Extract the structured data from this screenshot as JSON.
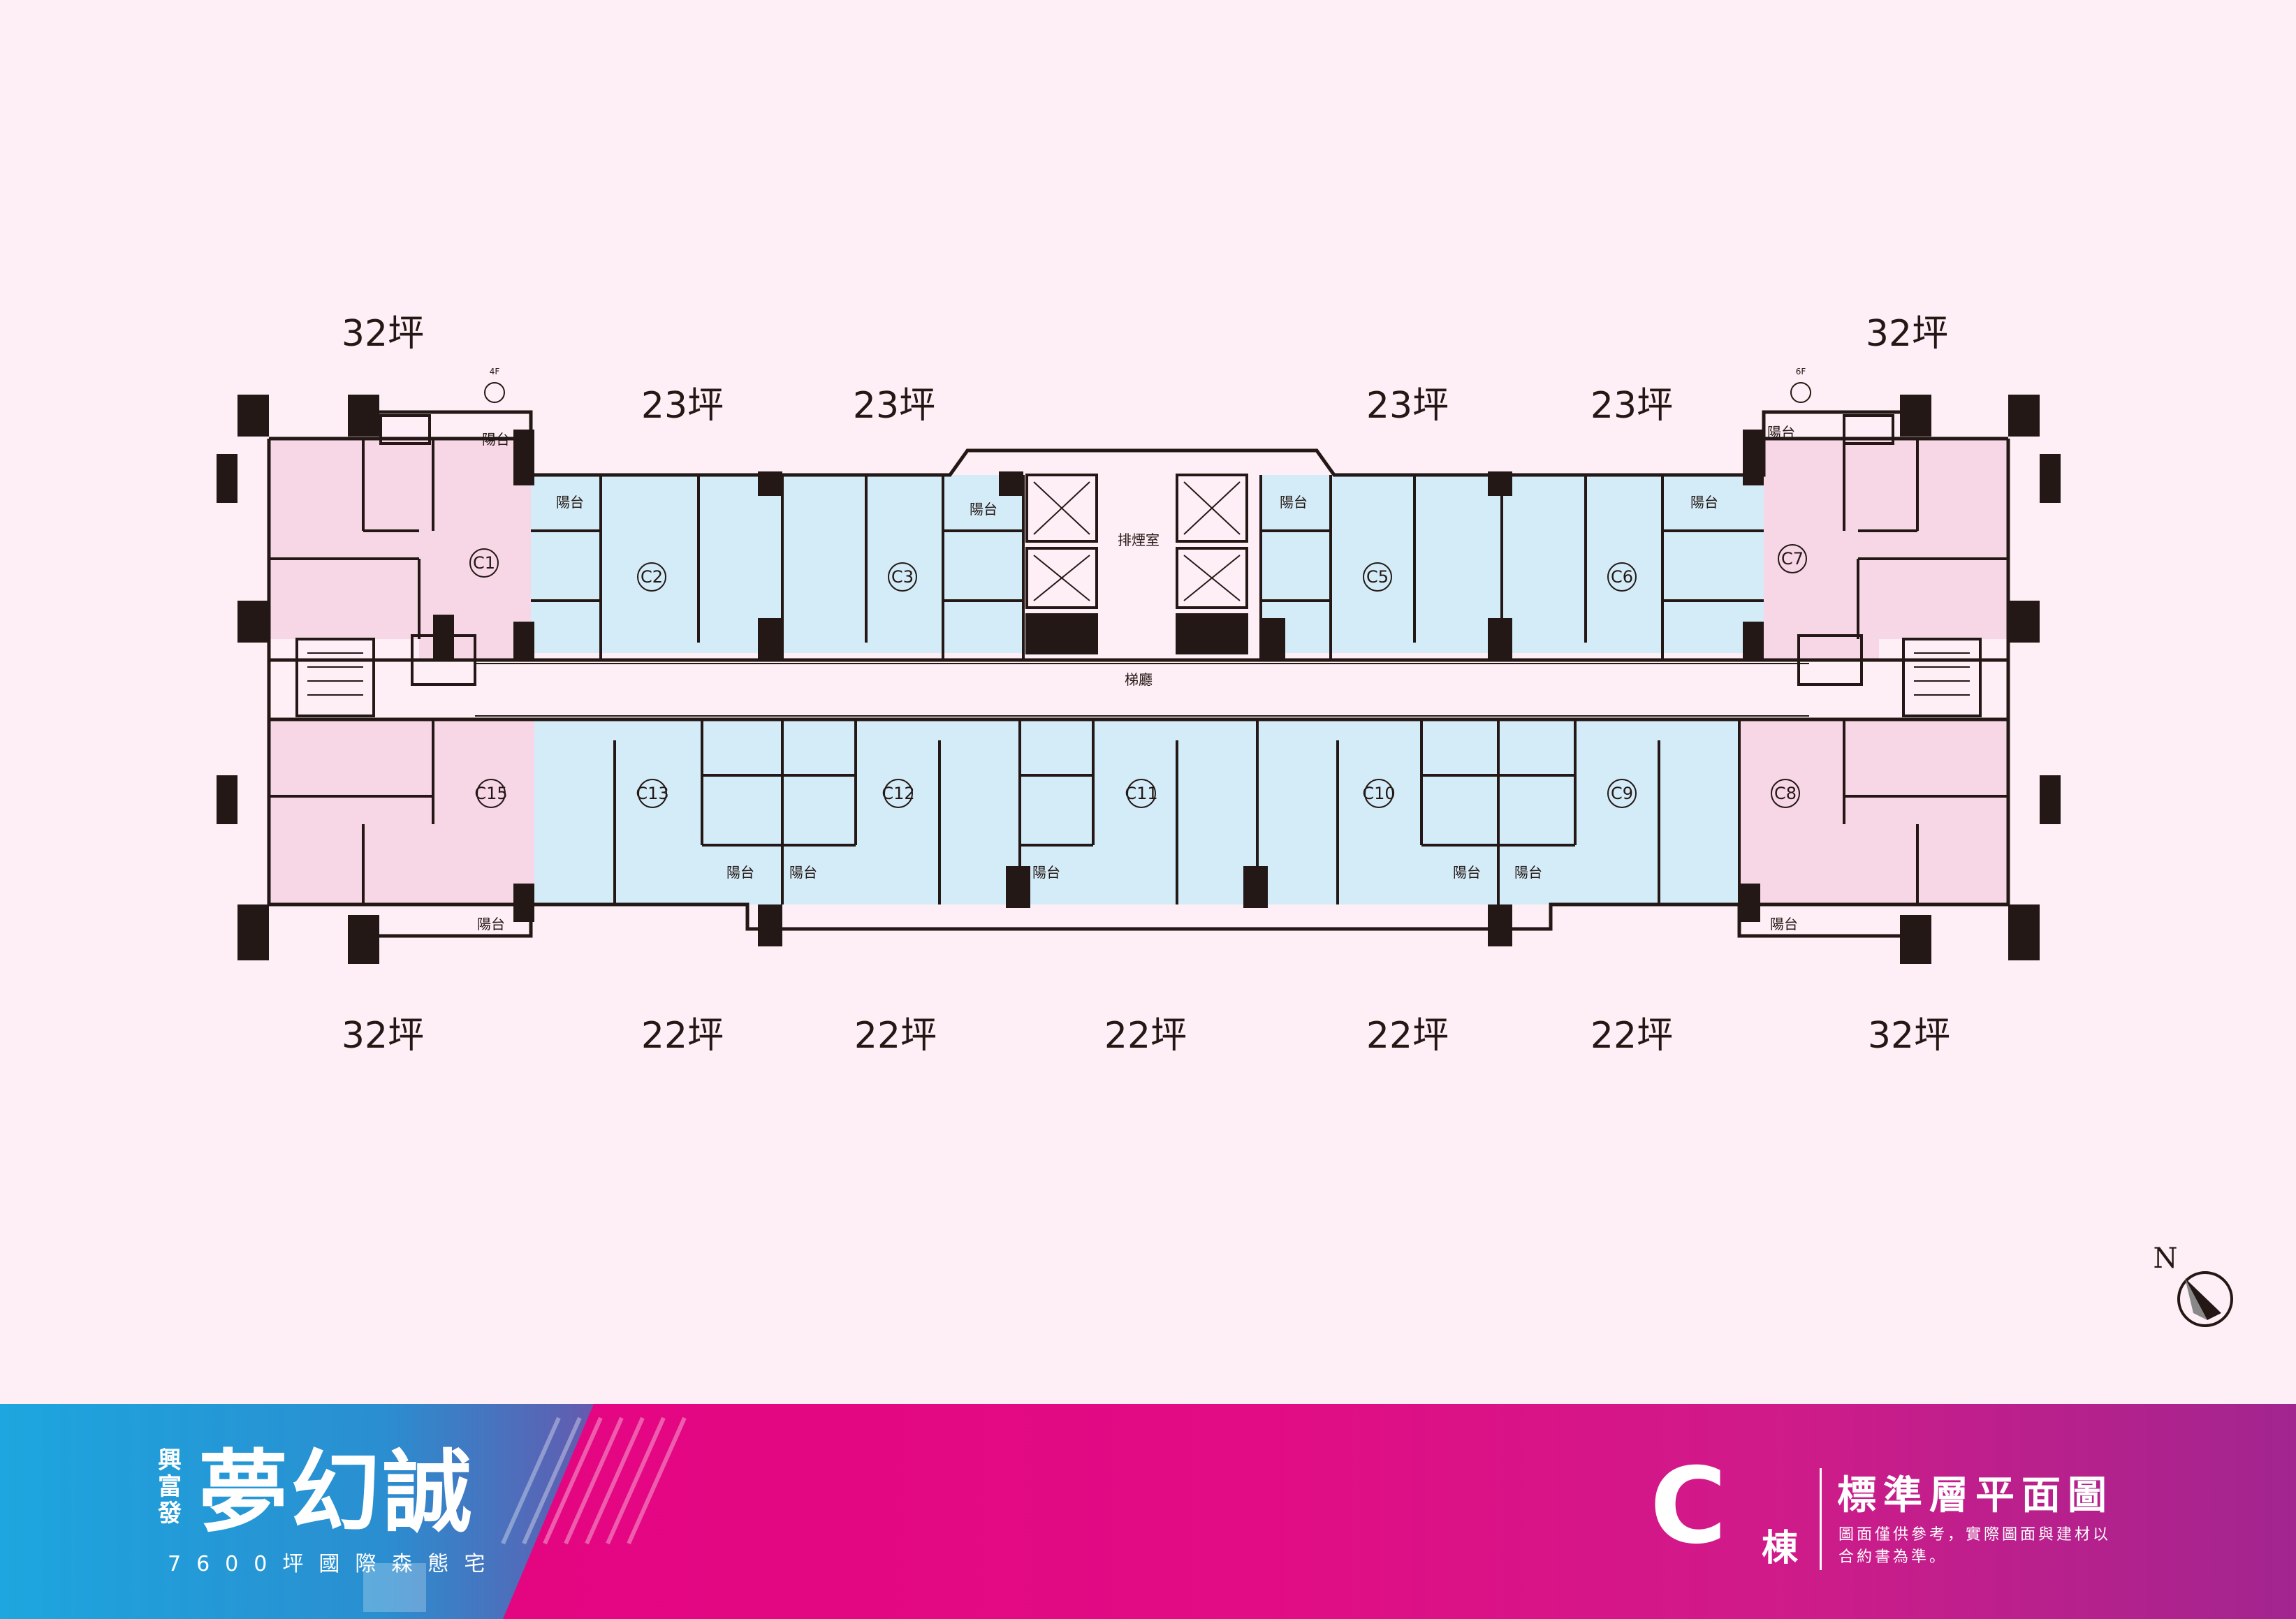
{
  "floor_plan": {
    "unit_sizes": {
      "c1": "32坪",
      "c7": "32坪",
      "c15": "32坪",
      "c8": "32坪",
      "c2": "23坪",
      "c3": "23坪",
      "c5": "23坪",
      "c6": "23坪",
      "c13": "22坪",
      "c12": "22坪",
      "c11": "22坪",
      "c10": "22坪",
      "c9": "22坪"
    },
    "unit_ids": {
      "c1": "C1",
      "c2": "C2",
      "c3": "C3",
      "c5": "C5",
      "c6": "C6",
      "c7": "C7",
      "c15": "C15",
      "c13": "C13",
      "c12": "C12",
      "c11": "C11",
      "c10": "C10",
      "c9": "C9",
      "c8": "C8"
    },
    "balcony_label": "陽台",
    "smoke_room_label": "排煙室",
    "lobby_label": "梯廳",
    "floor_mark_left": "4F",
    "floor_mark_right": "6F",
    "north_label": "N",
    "colors": {
      "background": "#fdeff5",
      "large_unit": "#f7d6e6",
      "small_unit": "#d4ecf8",
      "wall": "#231815"
    }
  },
  "banner": {
    "brand_prefix": "興富發",
    "brand_title": "夢幻誠",
    "brand_subtitle": "7600坪國際森態宅",
    "building_letter": "C",
    "building_suffix": "棟",
    "plan_title": "標準層平面圖",
    "plan_note": "圖面僅供參考，實際圖面與建材以合約書為準。"
  }
}
